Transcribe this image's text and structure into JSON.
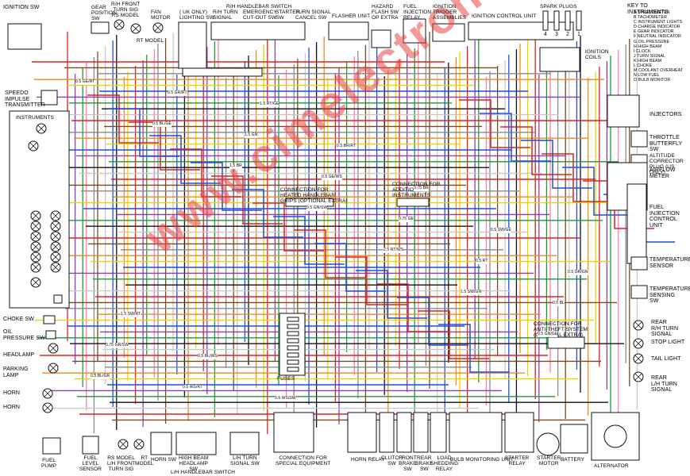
{
  "colors": {
    "red": "#e02020",
    "brown": "#7a4a1c",
    "black": "#111111",
    "green": "#1a9a3a",
    "yellow": "#e8d400",
    "blue": "#1f4fd8",
    "grey": "#8a8a8a",
    "white": "#c8c8c8",
    "violet": "#8a3fb0",
    "orange": "#f08a1a",
    "pink": "#ff7fb0"
  },
  "watermark": "www.cimelectronica.com.ar",
  "labels": {
    "ignition_sw": "IGNITION SW",
    "gear_position_sw": "GEAR\nPOSITION\nSW",
    "rh_front_turn_sig": "R/H FRONT\nTURN SIG\nRS MODEL",
    "rt_model": "RT MODEL",
    "fan_motor": "FAN\nMOTOR",
    "uk_only_lighting_sw": "( UK ONLY)\nLIGHTING SW",
    "rh_turn_signal": "R/H TURN\nSIGNAL",
    "rh_handlebar_switch": "R/H HANDLEBAR SWITCH",
    "emergency_cutout_sw": "EMERGENCY\nCUT-OUT SW",
    "starter_sw": "STARTER\nSW",
    "turn_signal_cancel_sw": "TURN SIGNAL\nCANCEL SW",
    "flasher_unit": "FLASHER UNIT",
    "hazard_flash_sw": "HAZARD\nFLASH SW\nOP EXTRA",
    "fuel_injection_relay": "FUEL\nINJECTION\nRELAY",
    "ignition_trigger_assemblies": "IGNITION\nTRIGGER\nASSEMBLIES",
    "ignition_control_unit": "IGNITION CONTROL UNIT",
    "spark_plugs": "SPARK PLUGS",
    "ignition_coils": "IGNITION\nCOILS",
    "speedo_impulse_transmitter": "SPEEDO\nIMPULSE\nTRANSMITTER",
    "instruments": "INSTRUMENTS",
    "injectors": "INJECTORS",
    "throttle_butterfly_sw": "THROTTLE\nBUTTERFLY\nSW",
    "altitude_corrector": "ALTITUDE\nCORRECTOR\nPLUG (US ONLY)",
    "airflow_meter": "AIRFLOW\nMETER",
    "fuel_injection_control_unit": "FUEL\nINJECTION\nCONTROL\nUNIT",
    "temperature_sensor": "TEMPERATURE\nSENSOR",
    "temperature_sensing_sw": "TEMPERATURE\nSENSING\nSW",
    "heated_handlebar": "CONNECTION FOR\nHEATED HANDLEBAR\nGRIPS (OPTIONAL EXTRA)",
    "additional_instruments": "CONNECTION FOR\nADDITIONAL\nINSTRUMENTS",
    "anti_theft": "CONNECTION FOR\nANTI-THEFT SYSTEM\n(OPTIONAL EXTRA)",
    "rear_rh_turn_signal": "REAR\nR/H TURN\nSIGNAL",
    "stop_light": "STOP LIGHT",
    "tail_light": "TAIL LIGHT",
    "rear_lh_turn_signal": "REAR\nL/H TURN\nSIGNAL",
    "choke_sw": "CHOKE SW",
    "oil_pressure_sw": "OIL\nPRESSURE SW",
    "headlamp": "HEADLAMP",
    "parking_lamp": "PARKING\nLAMP",
    "horn1": "HORN",
    "horn2": "HORN",
    "fuses": "FUSES",
    "fuel_pump": "FUEL\nPUMP",
    "fuel_level_sensor": "FUEL\nLEVEL\nSENSOR",
    "lh_front_turn_sig": "RS MODEL\nL/H FRONT\nTURN SIG",
    "rt_model_2": "RT\nMODEL",
    "horn_sw": "HORN SW",
    "high_beam_headlamp": "HIGH BEAM\nHEADLAMP\nSW",
    "lh_handlebar_switch": "L/H HANDLEBAR SWITCH",
    "lh_turn_signal_sw": "L/H TURN\nSIGNAL SW",
    "special_equipment": "CONNECTION FOR\nSPECIAL EQUIPMENT",
    "horn_relay": "HORN RELAY",
    "clutch_sw": "CLUTCH\nSW",
    "front_brake_sw": "FRONT\nBRAKE\nSW",
    "rear_brake_sw": "REAR\nBRAKE\nSW",
    "load_shedding_relay": "LOAD\nSHEDDING\nRELAY",
    "bulb_monitoring_unit": "BULB MONITORING UNIT",
    "starter_relay": "STARTER\nRELAY",
    "starter_motor": "STARTER\nMOTOR",
    "battery": "BATTERY",
    "alternator": "ALTERNATOR"
  },
  "key": {
    "title": "KEY TO INSTRUMENTS",
    "items": [
      "A  SPEEDOMETER",
      "B  TACHOMETER",
      "C  INSTRUMENT LIGHTS",
      "D  CHARGE INDICATOR",
      "E  GEAR INDICATOR",
      "F  NEUTRAL INDICATOR",
      "G  OIL PRESSURE",
      "H  HIGH BEAM",
      "I  CLOCK",
      "J  TURN SIGNAL",
      "K  HIGH BEAM",
      "L  CHOKE",
      "M  COOLANT OVERHEAT",
      "N  LOW FUEL",
      "O  BULB MONITOR"
    ]
  },
  "spark_plug_numbers": [
    "4",
    "3",
    "2",
    "1"
  ],
  "wire_codes": [
    "0.5 GE/RT",
    "0.5 BL/GE",
    "1.5 BR",
    "0.5 GN/SW",
    "2.5 RT/WS",
    "1.5 SW/GN",
    "0.5 GN/GE",
    "0.5 BL/GR",
    "0.5 GR/RT",
    "1.5 GN",
    "0.5 GE/WS",
    "0.75 GE",
    "0.5 RT",
    "0.5 BL",
    "0.75 GR/SW",
    "0.5 WS/RT",
    "1.5 RT/GE",
    "0.5 BR/RT",
    "0.75 BR",
    "0.5 SW/GE",
    "0.5 GR/GN",
    "1.5 SW/RT",
    "0.5 BL/WS",
    "0.5 WS/SW"
  ]
}
